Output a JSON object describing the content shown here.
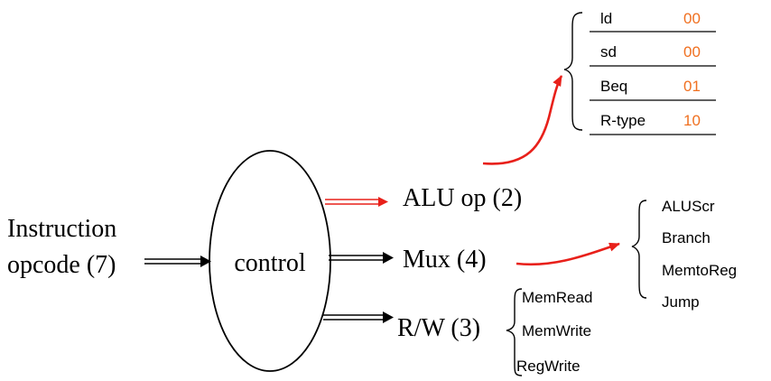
{
  "input": {
    "line1": "Instruction",
    "line2": "opcode (7)"
  },
  "control_label": "control",
  "outputs": {
    "alu_op": "ALU op (2)",
    "mux": "Mux (4)",
    "rw": "R/W (3)"
  },
  "alu_table": {
    "rows": [
      {
        "op": "ld",
        "code": "00"
      },
      {
        "op": "sd",
        "code": "00"
      },
      {
        "op": "Beq",
        "code": "01"
      },
      {
        "op": "R-type",
        "code": "10"
      }
    ]
  },
  "mux_signals": [
    "ALUScr",
    "Branch",
    "MemtoReg",
    "Jump"
  ],
  "rw_signals": [
    "MemRead",
    "MemWrite",
    "RegWrite"
  ],
  "colors": {
    "arrow_red": "#e8201a",
    "code_orange": "#f07020",
    "ink": "#000000"
  }
}
